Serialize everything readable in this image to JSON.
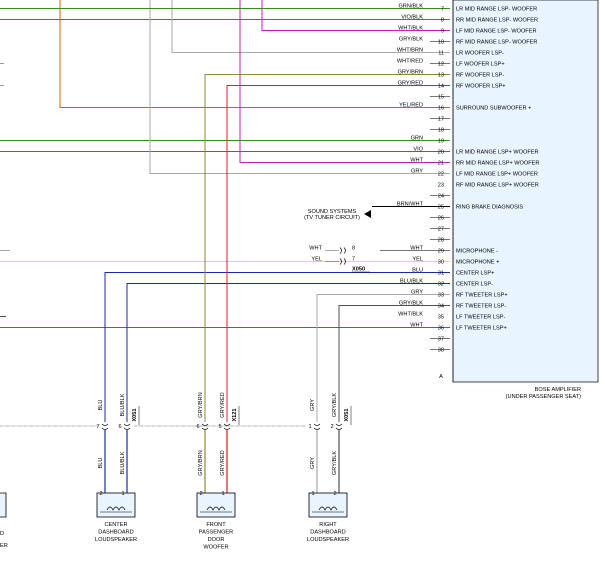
{
  "colors": {
    "green": "#3a8a1a",
    "violet": "#c020c0",
    "orange": "#cc6600",
    "olive": "#8a8a30",
    "red": "#e02020",
    "blue": "#1a2aa8",
    "gray": "#a8a8a8",
    "darkgray": "#505050",
    "yellow": "#f0e040",
    "panel": "#e8f4ff"
  },
  "amp": {
    "title": "BOSE AMPLIFIER",
    "subtitle": "(UNDER PASSENGER SEAT)",
    "last_pin": "A",
    "pins": [
      {
        "num": "7",
        "wire": "GRN/BLK",
        "func": "LR MID RANGE LSP- WOOFER"
      },
      {
        "num": "8",
        "wire": "VIO/BLK",
        "func": "RR MID RANGE LSP- WOOFER"
      },
      {
        "num": "9",
        "wire": "WHT/BLK",
        "func": "LF MID RANGE LSP- WOOFER"
      },
      {
        "num": "10",
        "wire": "GRY/BLK",
        "func": "RF MID RANGE LSP- WOOFER"
      },
      {
        "num": "11",
        "wire": "WHT/BRN",
        "func": "LR WOOFER LSP-"
      },
      {
        "num": "12",
        "wire": "WHT/RED",
        "func": "LF WOOFER LSP+"
      },
      {
        "num": "13",
        "wire": "GRY/BRN",
        "func": "RF WOOFER LSP-"
      },
      {
        "num": "14",
        "wire": "GRY/RED",
        "func": "RF WOOFER LSP+"
      },
      {
        "num": "15",
        "wire": "",
        "func": ""
      },
      {
        "num": "16",
        "wire": "YEL/RED",
        "func": "SURROUND SUBWOOFER +"
      },
      {
        "num": "17",
        "wire": "",
        "func": ""
      },
      {
        "num": "18",
        "wire": "",
        "func": ""
      },
      {
        "num": "19",
        "wire": "GRN",
        "func": ""
      },
      {
        "num": "20",
        "wire": "VIO",
        "func": "LR MID RANGE LSP+ WOOFER"
      },
      {
        "num": "21",
        "wire": "WHT",
        "func": "RR MID RANGE LSP+ WOOFER"
      },
      {
        "num": "22",
        "wire": "GRY",
        "func": "LF MID RANGE LSP+ WOOFER"
      },
      {
        "num": "23",
        "wire": "",
        "func": "RF MID RANGE LSP+ WOOFER"
      },
      {
        "num": "24",
        "wire": "",
        "func": ""
      },
      {
        "num": "25",
        "wire": "BRN/WHT",
        "func": "RING BRAKE DIAGNOSIS"
      },
      {
        "num": "26",
        "wire": "",
        "func": ""
      },
      {
        "num": "27",
        "wire": "",
        "func": ""
      },
      {
        "num": "28",
        "wire": "",
        "func": ""
      },
      {
        "num": "29",
        "wire": "WHT",
        "func": "MICROPHONE -"
      },
      {
        "num": "30",
        "wire": "YEL",
        "func": "MICROPHONE +"
      },
      {
        "num": "31",
        "wire": "BLU",
        "func": "CENTER LSP+"
      },
      {
        "num": "32",
        "wire": "BLU/BLK",
        "func": "CENTER LSP-"
      },
      {
        "num": "33",
        "wire": "GRY",
        "func": "RF TWEETER LSP+"
      },
      {
        "num": "34",
        "wire": "GRY/BLK",
        "func": "RF TWEETER LSP-"
      },
      {
        "num": "35",
        "wire": "WHT/BLK",
        "func": "LF TWEETER LSP-"
      },
      {
        "num": "36",
        "wire": "WHT",
        "func": "LF TWEETER LSP+"
      },
      {
        "num": "37",
        "wire": "",
        "func": ""
      },
      {
        "num": "38",
        "wire": "",
        "func": ""
      }
    ]
  },
  "sound_systems": {
    "line1": "SOUND SYSTEMS",
    "line2": "(TV TUNER CIRCUIT)"
  },
  "mic_connector": {
    "name": "X050",
    "rows": [
      {
        "wire": "WHT",
        "pin": "8"
      },
      {
        "wire": "YEL",
        "pin": "7"
      }
    ]
  },
  "speakers": [
    {
      "id": "center",
      "label": [
        "CENTER",
        "DASHBOARD",
        "LOUDSPEAKER"
      ],
      "connector": "X051",
      "wires_upper": [
        "BLU",
        "BLU/BLK"
      ],
      "pins": [
        "7",
        "6"
      ],
      "wires_lower": [
        "BLU",
        "BLU/BLK"
      ],
      "term": [
        "2",
        "1"
      ]
    },
    {
      "id": "front-door",
      "label": [
        "FRONT",
        "PASSENGER",
        "DOOR",
        "WOOFER"
      ],
      "connector": "X121",
      "wires_upper": [
        "GRY/BRN",
        "GRY/RED"
      ],
      "pins": [
        "6",
        "5"
      ],
      "wires_lower": [
        "GRY/BRN",
        "GRY/RED"
      ],
      "term": [
        "2",
        "1"
      ]
    },
    {
      "id": "right-dash",
      "label": [
        "RIGHT",
        "DASHBOARD",
        "LOUDSPEAKER"
      ],
      "connector": "X051",
      "wires_upper": [
        "GRY",
        "GRY/BLK"
      ],
      "pins": [
        "1",
        "2"
      ],
      "wires_lower": [
        "GRY",
        "GRY/BLK"
      ],
      "term": [
        "1",
        "2"
      ]
    }
  ],
  "left_cut_labels": {
    "line_a": "D",
    "line_b": "ER"
  }
}
